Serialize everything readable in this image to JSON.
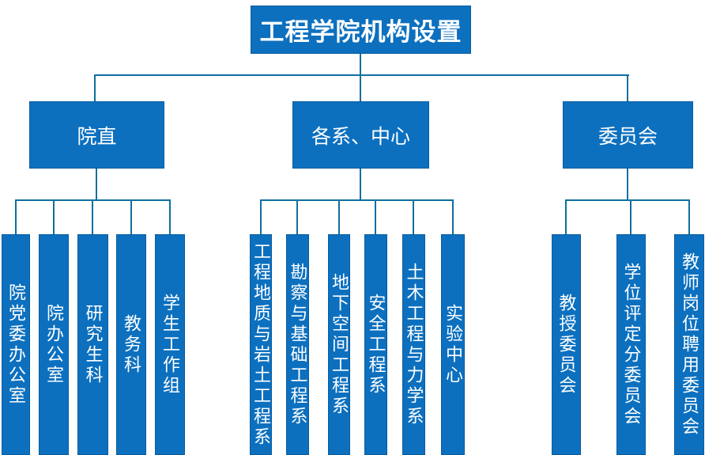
{
  "palette": {
    "node_fill": "#0c70bf",
    "node_border": "#0a5c9e",
    "connector": "#0e6fa0",
    "text": "#ffffff",
    "background": "#ffffff"
  },
  "org": {
    "title": "工程学院机构设置",
    "groups": [
      {
        "label": "院直",
        "children": [
          "院党委办公室",
          "院办公室",
          "研究生科",
          "教务科",
          "学生工作组"
        ]
      },
      {
        "label": "各系、中心",
        "children": [
          "工程地质与岩土工程系",
          "勘察与基础工程系",
          "地下空间工程系",
          "安全工程系",
          "土木工程与力学系",
          "实验中心"
        ]
      },
      {
        "label": "委员会",
        "children": [
          "教授委员会",
          "学位评定分委员会",
          "教师岗位聘用委员会"
        ]
      }
    ]
  }
}
